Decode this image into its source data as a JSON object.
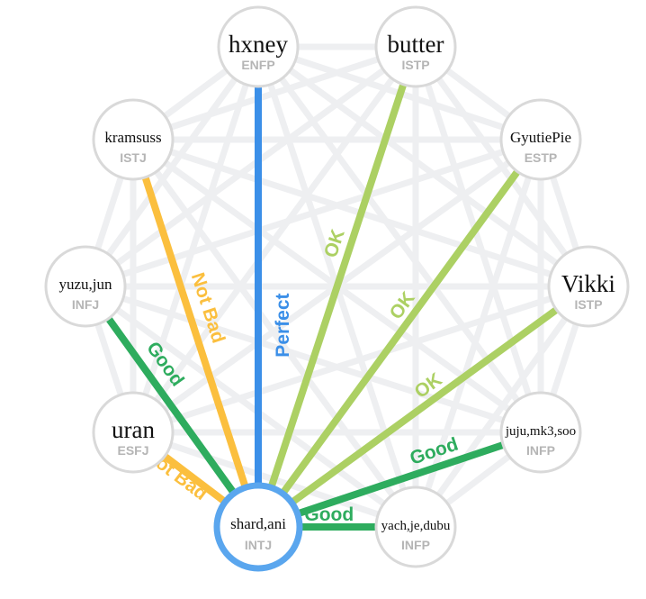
{
  "colors": {
    "background_link": "#eeeff1",
    "node_border": "#d9d9d9",
    "center_border": "#5aa6ee",
    "Perfect": "#3b8fe8",
    "Good": "#2eac5e",
    "OK": "#acd063",
    "Not Bad": "#fbbf3e"
  },
  "center": {
    "id": "shard",
    "name": "shard,ani",
    "type": "INTJ"
  },
  "nodes": [
    {
      "id": "hxney",
      "name": "hxney",
      "type": "ENFP",
      "name_size": "large"
    },
    {
      "id": "butter",
      "name": "butter",
      "type": "ISTP",
      "name_size": "large"
    },
    {
      "id": "gyutie",
      "name": "GyutiePie",
      "type": "ESTP",
      "name_size": "small"
    },
    {
      "id": "vikki",
      "name": "Vikki",
      "type": "ISTP",
      "name_size": "large"
    },
    {
      "id": "juju",
      "name": "juju,mk3,soo",
      "type": "INFP",
      "name_size": "tiny"
    },
    {
      "id": "yach",
      "name": "yach,je,dubu",
      "type": "INFP",
      "name_size": "tiny"
    },
    {
      "id": "uran",
      "name": "uran",
      "type": "ESFJ",
      "name_size": "large"
    },
    {
      "id": "yuzu",
      "name": "yuzu,jun",
      "type": "INFJ",
      "name_size": "small"
    },
    {
      "id": "kramsuss",
      "name": "kramsuss",
      "type": "ISTJ",
      "name_size": "small"
    }
  ],
  "links": [
    {
      "target": "hxney",
      "label": "Perfect",
      "show_label": true
    },
    {
      "target": "butter",
      "label": "OK",
      "show_label": true
    },
    {
      "target": "gyutie",
      "label": "OK",
      "show_label": true
    },
    {
      "target": "vikki",
      "label": "OK",
      "show_label": true
    },
    {
      "target": "juju",
      "label": "Good",
      "show_label": true
    },
    {
      "target": "yach",
      "label": "Good",
      "show_label": true
    },
    {
      "target": "uran",
      "label": "Not Bad",
      "show_label": true
    },
    {
      "target": "yuzu",
      "label": "Good",
      "show_label": true
    },
    {
      "target": "kramsuss",
      "label": "Not Bad",
      "show_label": true
    }
  ]
}
